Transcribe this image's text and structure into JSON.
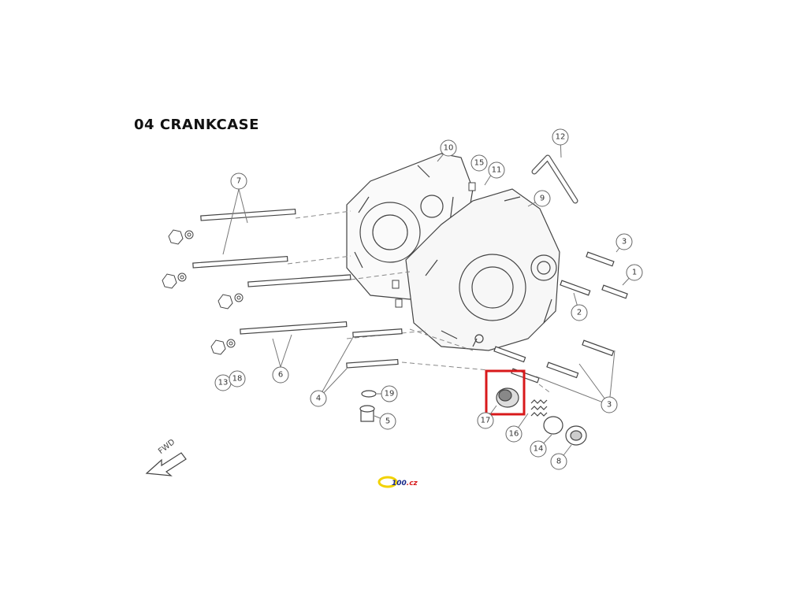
{
  "title": "04 CRANKCASE",
  "fwd_label": "FWD",
  "logo": {
    "text": "100",
    "suffix": ".cz",
    "colors": {
      "yellow": "#f2d200",
      "blue": "#1a2a8a",
      "red": "#d8191b"
    }
  },
  "highlight": {
    "color": "#d8191b"
  },
  "callouts": [
    {
      "id": "c1",
      "label": "1"
    },
    {
      "id": "c2",
      "label": "2"
    },
    {
      "id": "c3a",
      "label": "3"
    },
    {
      "id": "c3b",
      "label": "3"
    },
    {
      "id": "c4",
      "label": "4"
    },
    {
      "id": "c5",
      "label": "5"
    },
    {
      "id": "c6",
      "label": "6"
    },
    {
      "id": "c7",
      "label": "7"
    },
    {
      "id": "c8",
      "label": "8"
    },
    {
      "id": "c9",
      "label": "9"
    },
    {
      "id": "c10",
      "label": "10"
    },
    {
      "id": "c11",
      "label": "11"
    },
    {
      "id": "c12",
      "label": "12"
    },
    {
      "id": "c13",
      "label": "13"
    },
    {
      "id": "c14",
      "label": "14"
    },
    {
      "id": "c15",
      "label": "15"
    },
    {
      "id": "c16",
      "label": "16"
    },
    {
      "id": "c17",
      "label": "17"
    },
    {
      "id": "c18",
      "label": "18"
    },
    {
      "id": "c19",
      "label": "19"
    }
  ]
}
